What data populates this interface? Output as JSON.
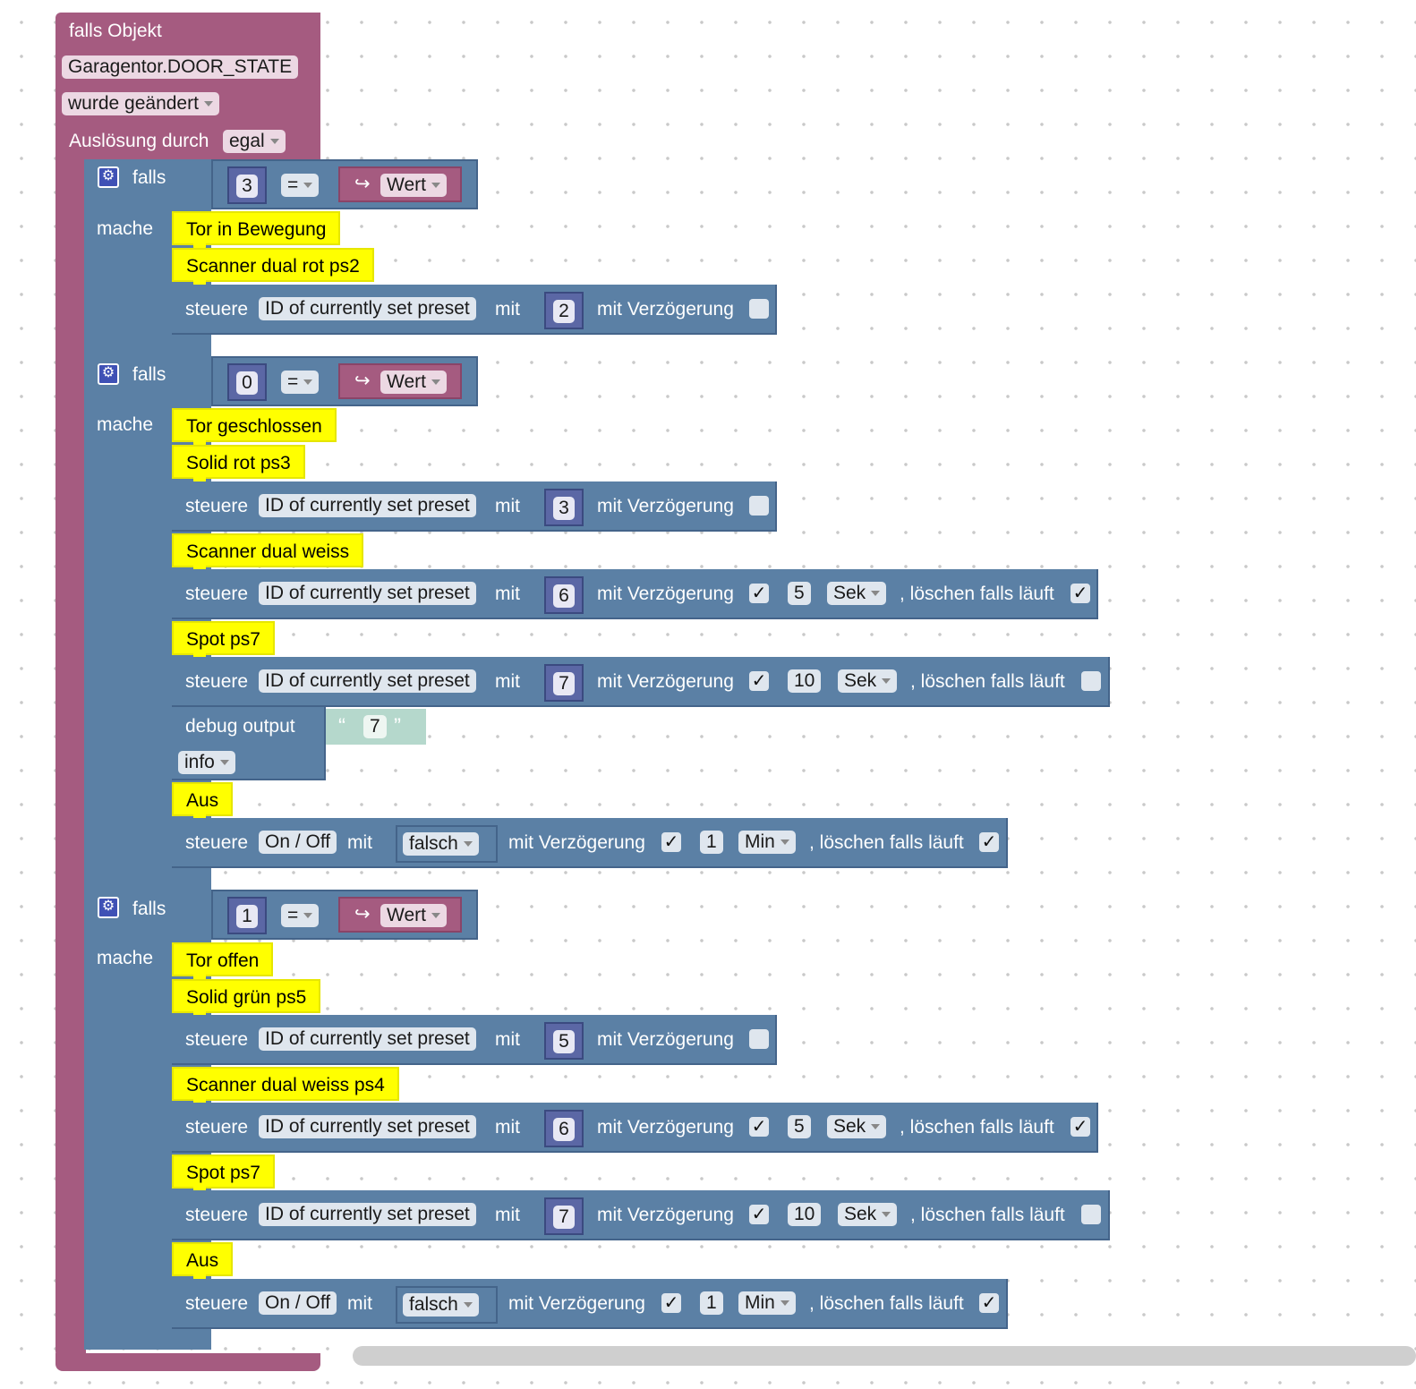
{
  "trigger": {
    "title": "falls Objekt",
    "object_id": "Garagentor.DOOR_STATE",
    "condition": "wurde geändert",
    "trigger_by_label": "Auslösung durch",
    "trigger_by_value": "egal"
  },
  "common": {
    "falls": "falls",
    "mache": "mache",
    "steuere": "steuere",
    "mit": "mit",
    "mit_verz": "mit Verzögerung",
    "loeschen": ", löschen falls läuft",
    "eq": "=",
    "wert": "Wert",
    "check": "✓",
    "preset": "ID of currently set preset",
    "onoff": "On / Off",
    "falsch": "falsch",
    "sek": "Sek",
    "min": "Min",
    "debug": "debug output",
    "info": "info",
    "open_quote": "“",
    "close_quote": "”"
  },
  "if1": {
    "value": "3",
    "comment1": "Tor in Bewegung",
    "comment2": "Scanner dual rot ps2",
    "preset": "2"
  },
  "if2": {
    "value": "0",
    "comment1": "Tor geschlossen",
    "comment2": "Solid rot ps3",
    "preset1": "3",
    "comment3": "Scanner dual weiss",
    "preset2": "6",
    "delay2": "5",
    "comment4": "Spot ps7",
    "preset3": "7",
    "delay3": "10",
    "debug_text": "7",
    "comment5": "Aus",
    "delay4": "1"
  },
  "if3": {
    "value": "1",
    "comment1": "Tor offen",
    "comment2": "Solid grün ps5",
    "preset1": "5",
    "comment3": "Scanner dual weiss ps4",
    "preset2": "6",
    "delay2": "5",
    "comment4": "Spot ps7",
    "preset3": "7",
    "delay3": "10",
    "comment5": "Aus",
    "delay4": "1"
  },
  "colors": {
    "trigger_block": "#a55b80",
    "logic_block": "#5b80a5",
    "comment": "#ffff00",
    "number_block": "#5b67a5",
    "string_block": "#b5d8cc"
  }
}
